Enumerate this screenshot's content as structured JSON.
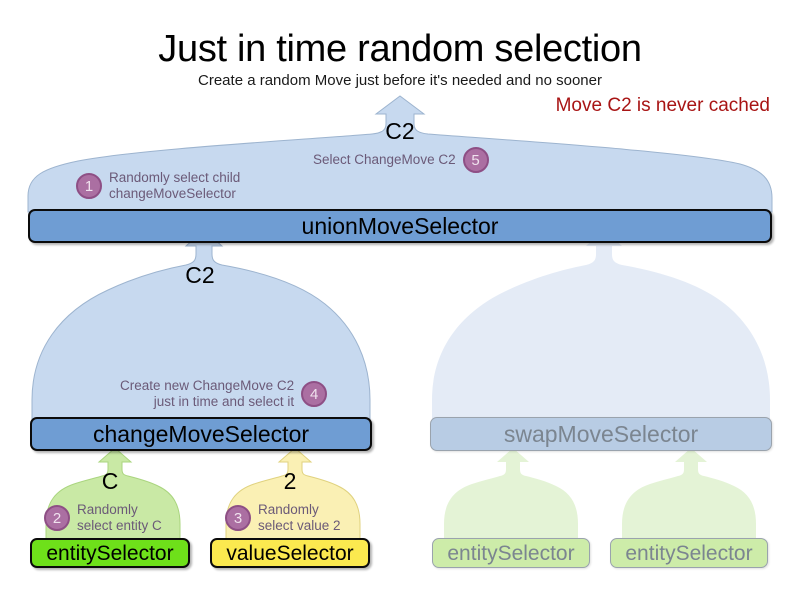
{
  "header": {
    "title": "Just in time random selection",
    "subtitle": "Create a random Move just before it's needed and no sooner",
    "warning": "Move C2 is never cached"
  },
  "colors": {
    "selector_blue": "#6f9dd3",
    "funnel_blue": "#c7d9ef",
    "entity_green": "#6ee01a",
    "value_yellow": "#fbe94f",
    "funnel_green": "#c9e9a5",
    "funnel_yellow": "#faf0b4",
    "badge_purple": "#ab6fa2",
    "annotation_text": "#6b5a78",
    "warning_red": "#a81414",
    "faded_text": "#7b8590",
    "faded_blue": "#b8cce4",
    "faded_green": "#cdeca9"
  },
  "nodes": {
    "union": "unionMoveSelector",
    "change": "changeMoveSelector",
    "swap": "swapMoveSelector",
    "entity_left": "entitySelector",
    "value_left": "valueSelector",
    "entity_swap_1": "entitySelector",
    "entity_swap_2": "entitySelector"
  },
  "flow_labels": {
    "union_out": "C2",
    "change_out": "C2",
    "entity_out": "C",
    "value_out": "2"
  },
  "annotations": [
    {
      "number": "1",
      "text": "Randomly select child\nchangeMoveSelector"
    },
    {
      "number": "2",
      "text": "Randomly\nselect entity C"
    },
    {
      "number": "3",
      "text": "Randomly\nselect value 2"
    },
    {
      "number": "4",
      "text": "Create new ChangeMove C2\njust in time and select it"
    },
    {
      "number": "5",
      "text": "Select ChangeMove C2"
    }
  ]
}
